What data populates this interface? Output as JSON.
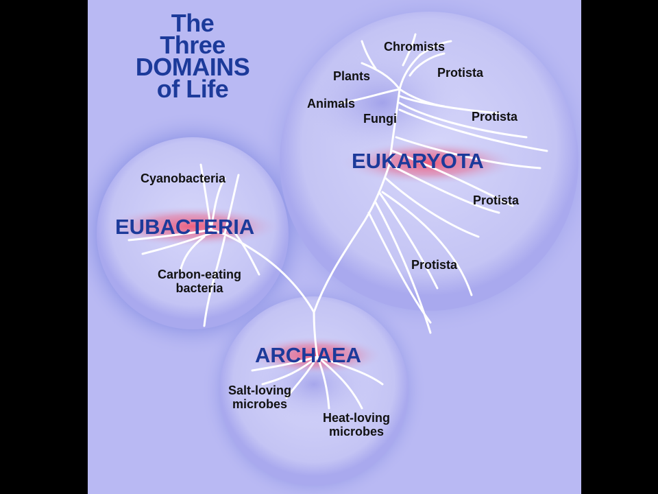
{
  "title": {
    "line1": "The",
    "line2": "Three",
    "line3": "DOMAINS",
    "line4": "of Life"
  },
  "domains": {
    "eukaryota": "EUKARYOTA",
    "eubacteria": "EUBACTERIA",
    "archaea": "ARCHAEA"
  },
  "labels": {
    "chromists": "Chromists",
    "plants": "Plants",
    "protista_1": "Protista",
    "animals": "Animals",
    "fungi": "Fungi",
    "protista_2": "Protista",
    "protista_3": "Protista",
    "protista_4": "Protista",
    "cyanobacteria": "Cyanobacteria",
    "carbon_eating_1": "Carbon-eating",
    "carbon_eating_2": "bacteria",
    "salt_loving_1": "Salt-loving",
    "salt_loving_2": "microbes",
    "heat_loving_1": "Heat-loving",
    "heat_loving_2": "microbes"
  },
  "colors": {
    "background": "#b9b9f3",
    "domain_text": "#1c3a9a",
    "domain_glow": "#e0507a",
    "branch": "#ffffff",
    "sphere": "#c8c8f6"
  }
}
